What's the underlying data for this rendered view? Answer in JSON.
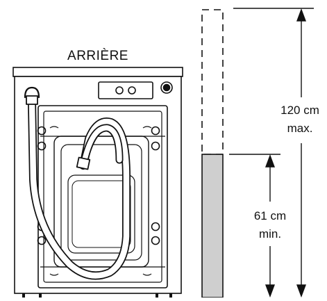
{
  "diagram": {
    "title": "ARRIÈRE",
    "max_height": {
      "value": "120 cm",
      "qualifier": "max."
    },
    "min_height": {
      "value": "61 cm",
      "qualifier": "min."
    }
  },
  "colors": {
    "line": "#111111",
    "wall_fill": "#cfcfcf",
    "background": "#ffffff"
  }
}
